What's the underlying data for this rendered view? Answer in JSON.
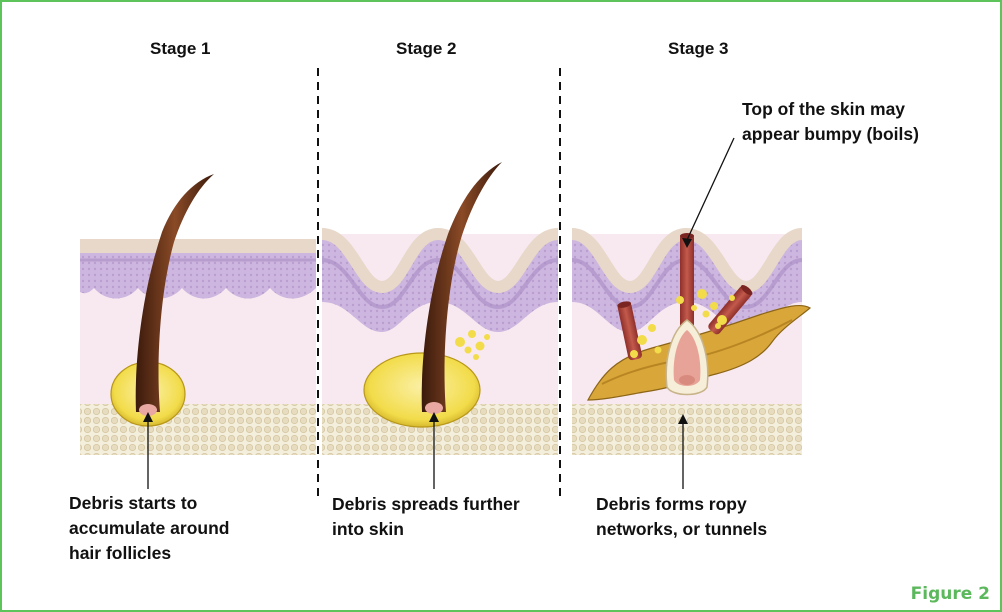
{
  "stages": [
    {
      "title": "Stage 1",
      "caption": "Debris starts to\naccumulate around\nhair follicles"
    },
    {
      "title": "Stage 2",
      "caption": "Debris spreads further\ninto skin"
    },
    {
      "title": "Stage 3",
      "caption": "Debris forms ropy\nnetworks, or tunnels"
    }
  ],
  "annotation": "Top of the skin may\nappear bumpy (boils)",
  "figure_label": "Figure 2",
  "colors": {
    "frame": "#5cc45a",
    "epidermis": "#c9b3dc",
    "dermis": "#f7e6ef",
    "fat": "#efe7d2",
    "hair": "#5a2a14",
    "debris": "#f2dc4a",
    "tunnel": "#d9a63a",
    "boil": "#b5483f"
  }
}
